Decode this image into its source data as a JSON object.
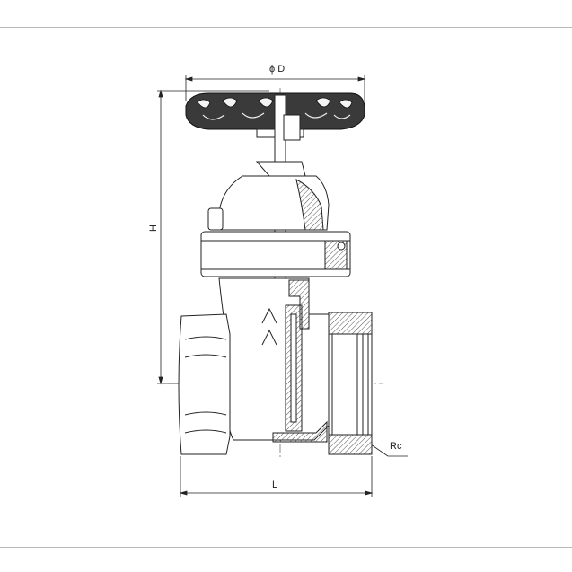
{
  "dimensions": {
    "diameter_label": "ϕ D",
    "height_label": "H",
    "length_label": "L",
    "thread_label": "Rc"
  },
  "colors": {
    "line": "#222222",
    "handwheel": "#3a3a3a",
    "hatch": "#555555",
    "rule": "#b8b8b8"
  }
}
